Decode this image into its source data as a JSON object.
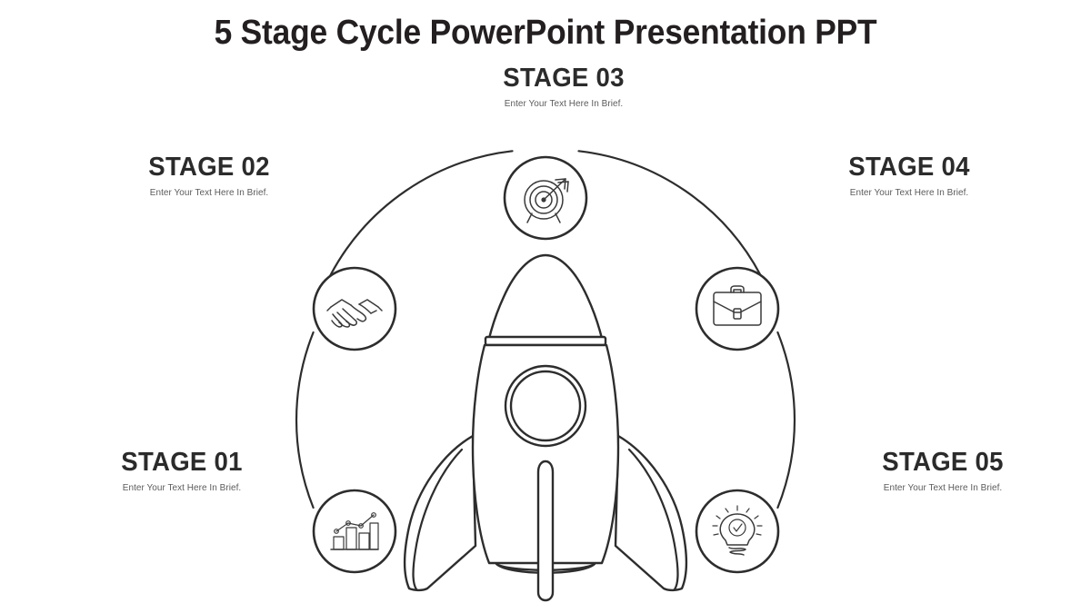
{
  "slide": {
    "title": "5 Stage Cycle PowerPoint Presentation PPT",
    "background_color": "#ffffff",
    "line_color": "#2d2d2d",
    "title_color": "#231f20",
    "stage_title_color": "#2b2b2b",
    "stage_desc_color": "#5b5b5b"
  },
  "stages": [
    {
      "id": "stage-01",
      "title": "STAGE 01",
      "description": "Enter Your Text Here In Brief.",
      "icon": "bar-chart-growth-icon",
      "position": "bottom-left"
    },
    {
      "id": "stage-02",
      "title": "STAGE 02",
      "description": "Enter Your Text Here In Brief.",
      "icon": "handshake-icon",
      "position": "middle-left"
    },
    {
      "id": "stage-03",
      "title": "STAGE 03",
      "description": "Enter Your Text Here In Brief.",
      "icon": "target-arrow-icon",
      "position": "top-center"
    },
    {
      "id": "stage-04",
      "title": "STAGE 04",
      "description": "Enter Your Text Here In Brief.",
      "icon": "briefcase-icon",
      "position": "middle-right"
    },
    {
      "id": "stage-05",
      "title": "STAGE 05",
      "description": "Enter Your Text Here In Brief.",
      "icon": "lightbulb-check-icon",
      "position": "bottom-right"
    }
  ],
  "center_graphic": {
    "name": "rocket-illustration",
    "style": "line-art-outline"
  }
}
